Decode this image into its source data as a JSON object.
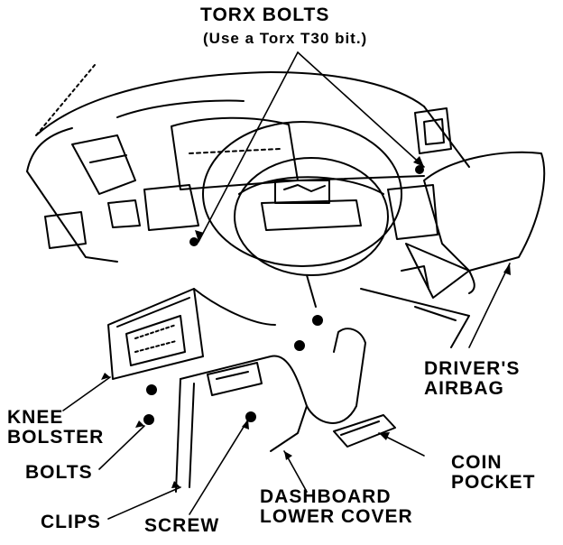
{
  "labels": {
    "torx_title": "TORX BOLTS",
    "torx_note": "(Use a Torx T30 bit.)",
    "drivers_airbag": [
      "DRIVER'S",
      "AIRBAG"
    ],
    "knee_bolster": [
      "KNEE",
      "BOLSTER"
    ],
    "bolts": "BOLTS",
    "coin_pocket": [
      "COIN",
      "POCKET"
    ],
    "clips": "CLIPS",
    "screw": "SCREW",
    "dashboard_lower_cover": [
      "DASHBOARD",
      "LOWER COVER"
    ]
  },
  "colors": {
    "ink": "#000000",
    "paper": "#ffffff"
  }
}
